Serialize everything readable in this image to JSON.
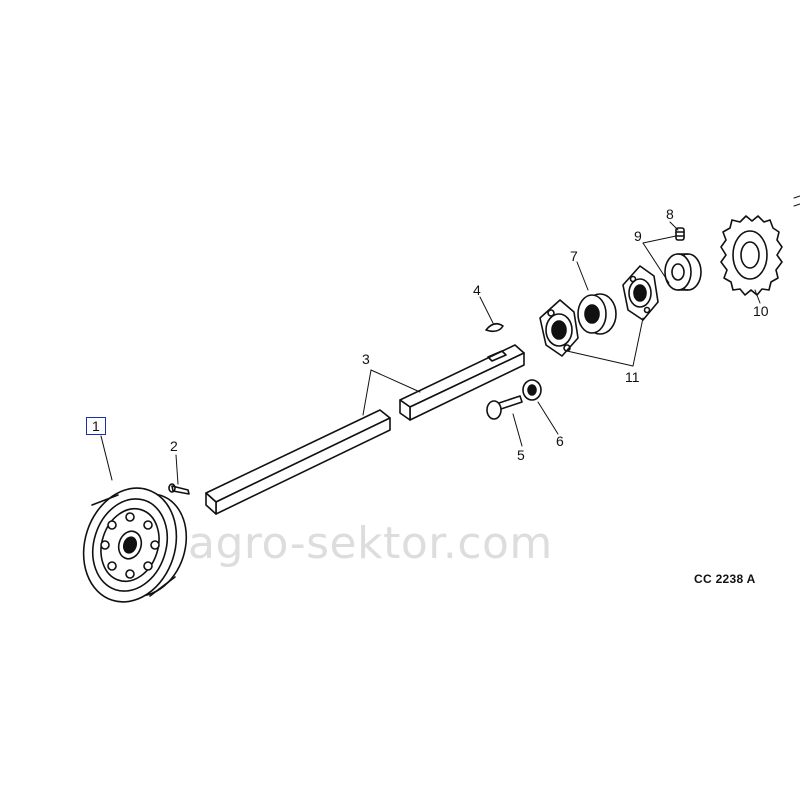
{
  "diagram": {
    "callouts": [
      {
        "id": "1",
        "label": "1"
      },
      {
        "id": "2",
        "label": "2"
      },
      {
        "id": "3",
        "label": "3"
      },
      {
        "id": "4",
        "label": "4"
      },
      {
        "id": "5",
        "label": "5"
      },
      {
        "id": "6",
        "label": "6"
      },
      {
        "id": "7",
        "label": "7"
      },
      {
        "id": "8",
        "label": "8"
      },
      {
        "id": "9",
        "label": "9"
      },
      {
        "id": "10",
        "label": "10"
      },
      {
        "id": "11",
        "label": "11"
      }
    ],
    "reference_code": "CC 2238 A",
    "watermark": "agro-sektor.com"
  }
}
